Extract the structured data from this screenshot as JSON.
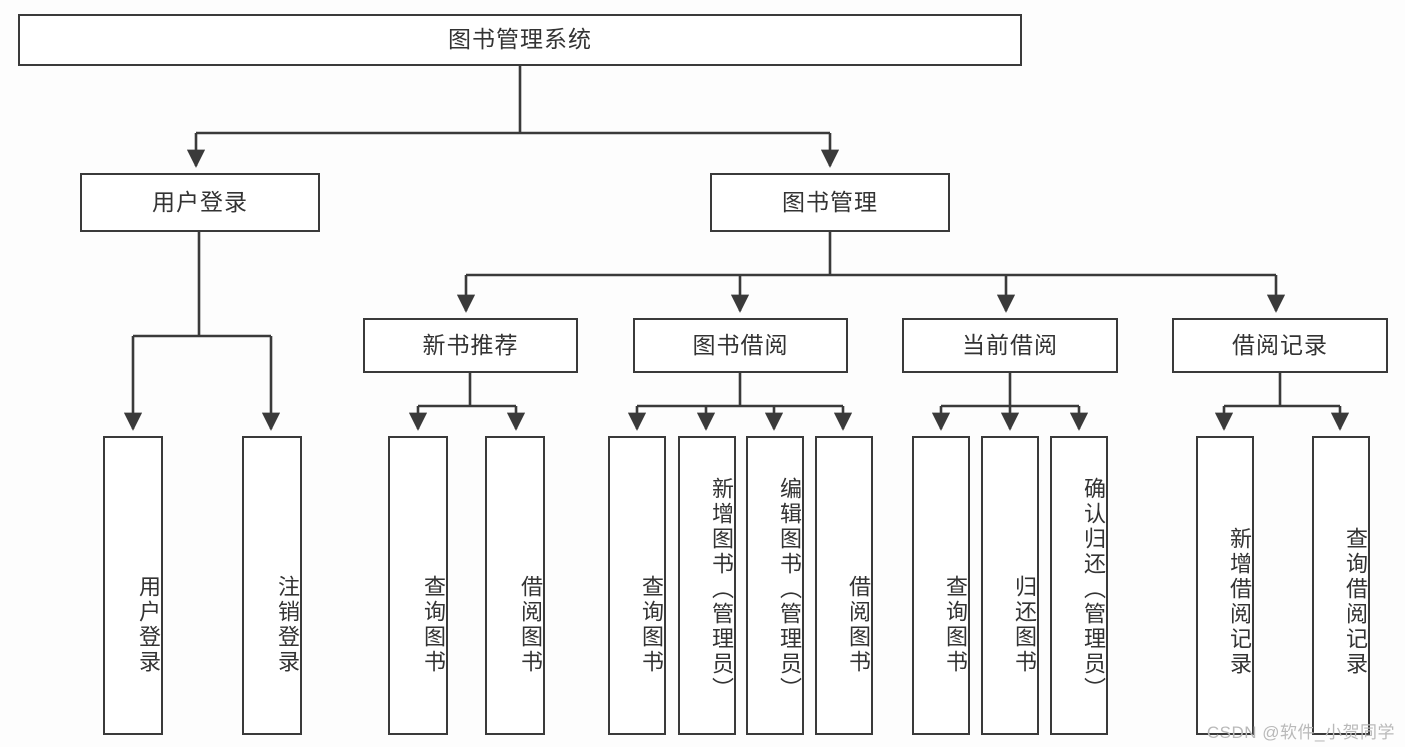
{
  "diagram": {
    "title": "图书管理系统",
    "type": "tree-hierarchy",
    "root": {
      "id": "root",
      "label": "图书管理系统"
    },
    "level2": [
      {
        "id": "user-login",
        "label": "用户登录"
      },
      {
        "id": "book-manage",
        "label": "图书管理"
      }
    ],
    "level3": [
      {
        "id": "new-book-rec",
        "label": "新书推荐"
      },
      {
        "id": "book-borrow",
        "label": "图书借阅"
      },
      {
        "id": "current-borrow",
        "label": "当前借阅"
      },
      {
        "id": "borrow-record",
        "label": "借阅记录"
      }
    ],
    "leaves": {
      "user_login": [
        {
          "id": "leaf-user-login",
          "label": "用户登录"
        },
        {
          "id": "leaf-logout",
          "label": "注销登录"
        }
      ],
      "new_book_rec": [
        {
          "id": "leaf-query-book-1",
          "label": "查询图书"
        },
        {
          "id": "leaf-borrow-book-1",
          "label": "借阅图书"
        }
      ],
      "book_borrow": [
        {
          "id": "leaf-query-book-2",
          "label": "查询图书"
        },
        {
          "id": "leaf-add-book",
          "label": "新增图书（管理员）"
        },
        {
          "id": "leaf-edit-book",
          "label": "编辑图书（管理员）"
        },
        {
          "id": "leaf-borrow-book-2",
          "label": "借阅图书"
        }
      ],
      "current_borrow": [
        {
          "id": "leaf-query-book-3",
          "label": "查询图书"
        },
        {
          "id": "leaf-return-book",
          "label": "归还图书"
        },
        {
          "id": "leaf-confirm-return",
          "label": "确认归还（管理员）"
        }
      ],
      "borrow_record": [
        {
          "id": "leaf-add-record",
          "label": "新增借阅记录"
        },
        {
          "id": "leaf-query-record",
          "label": "查询借阅记录"
        }
      ]
    }
  },
  "watermark": "CSDN @软件_小贺同学",
  "colors": {
    "border": "#3a3a3a",
    "text": "#333333",
    "background": "#fdfdfd",
    "watermark": "#b9b9b9"
  }
}
